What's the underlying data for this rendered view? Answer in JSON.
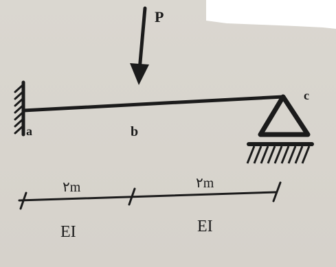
{
  "diagram": {
    "load_label": "P",
    "node_labels": {
      "a": "a",
      "b": "b",
      "c": "c"
    },
    "spans": [
      {
        "length_label": "٢m",
        "stiffness_label": "EI"
      },
      {
        "length_label": "٢m",
        "stiffness_label": "EI"
      }
    ]
  }
}
